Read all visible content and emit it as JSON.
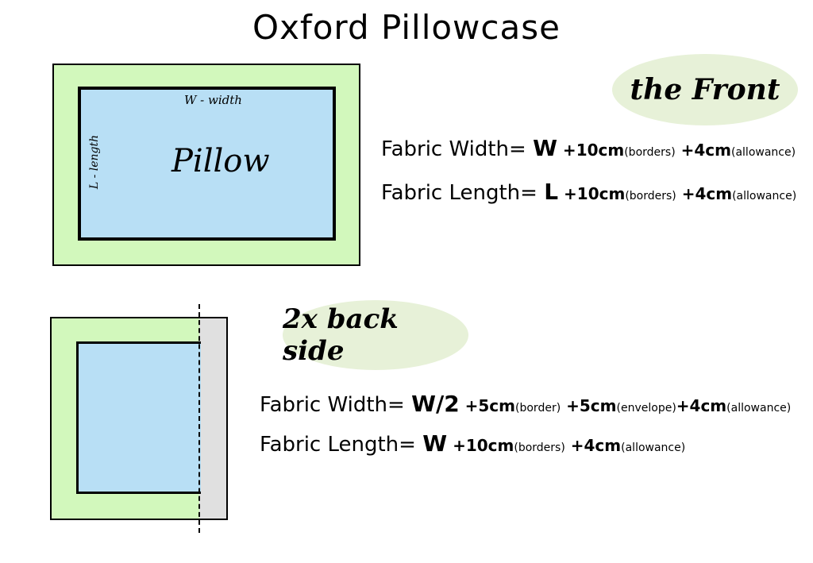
{
  "title": "Oxford Pillowcase",
  "front": {
    "badge": "the Front",
    "pillow_label": "Pillow",
    "width_label": "W - width",
    "length_label": "L - length",
    "width_formula": {
      "lead": "Fabric Width= ",
      "var": "W",
      "p1": " +10cm",
      "p1_note": "(borders)",
      "p2": "  +4cm",
      "p2_note": "(allowance)"
    },
    "length_formula": {
      "lead": "Fabric Length= ",
      "var": "L",
      "p1": " +10cm",
      "p1_note": "(borders)",
      "p2": "  +4cm",
      "p2_note": "(allowance)"
    }
  },
  "back": {
    "badge": "2x back side",
    "width_formula": {
      "lead": "Fabric Width= ",
      "var": "W/2",
      "p1": " +5cm",
      "p1_note": "(border)",
      "p2": "  +5cm",
      "p2_note": "(envelope)",
      "p3": "+4cm",
      "p3_note": "(allowance)"
    },
    "length_formula": {
      "lead": "Fabric Length= ",
      "var": "W",
      "p1": " +10cm",
      "p1_note": "(borders)",
      "p2": " +4cm",
      "p2_note": "(allowance)"
    }
  },
  "colors": {
    "border_fill": "#d2f8bc",
    "pillow_fill": "#b8dff5",
    "envelope_fill": "#e0e0e0",
    "badge_fill": "#e7f1d8"
  }
}
